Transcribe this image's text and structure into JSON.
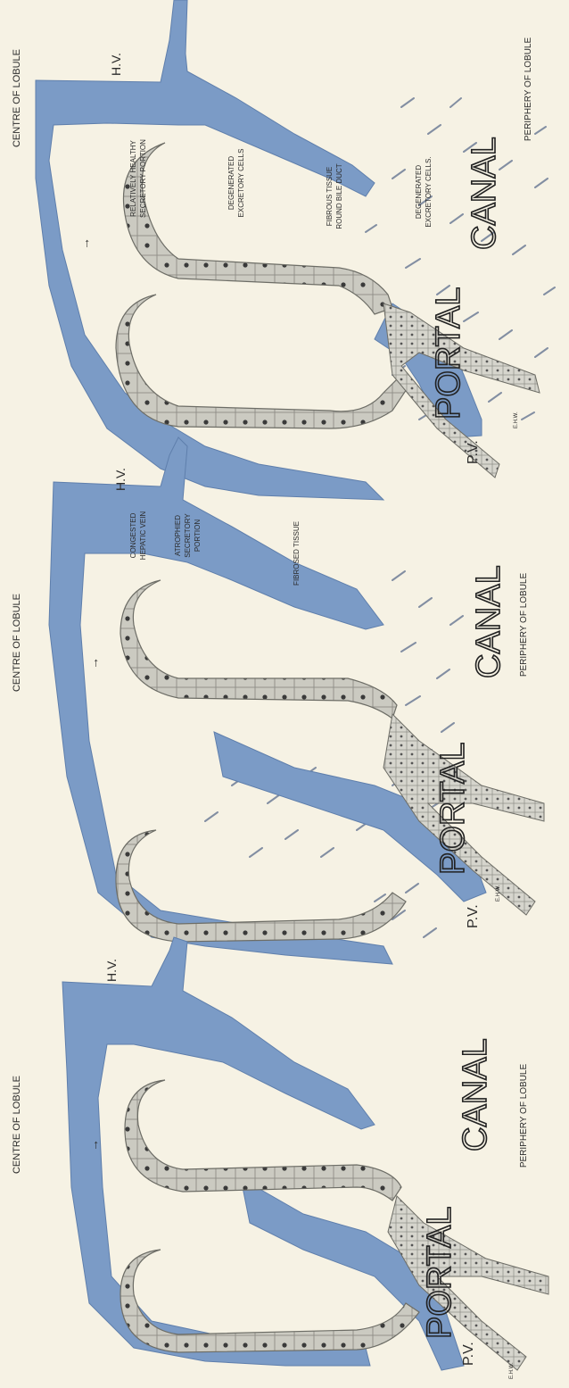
{
  "panels": [
    {
      "centre": "CENTRE OF LOBULE",
      "hv": "H.V.",
      "pv": "P.V.",
      "portal_1": "PORTAL",
      "portal_2": "CANAL",
      "periphery": "PERIPHERY OF LOBULE",
      "signature": "E.H.W."
    },
    {
      "centre": "CENTRE OF LOBULE",
      "hv": "H.V.",
      "pv": "P.V.",
      "portal_1": "PORTAL",
      "portal_2": "CANAL",
      "periphery": "PERIPHERY OF LOBULE",
      "signature": "E.H.W.",
      "congested_1": "CONGESTED",
      "congested_2": "HEPATIC VEIN",
      "atrophied_1": "ATROPHIED",
      "atrophied_2": "SECRETORY",
      "atrophied_3": "PORTION",
      "fibrosed": "FIBROSED TISSUE"
    },
    {
      "centre": "CENTRE OF LOBULE",
      "hv": "H.V.",
      "pv": "P.V.",
      "portal_1": "PORTAL",
      "portal_2": "CANAL",
      "periphery": "PERIPHERY OF LOBULE",
      "signature": "E.H.W.",
      "healthy_1": "RELATIVELY HEALTHY",
      "healthy_2": "SECRETORY PORTION",
      "degen_1": "DEGENERATED",
      "degen_2": "EXCRETORY CELLS",
      "fibrous_1": "FIBROUS TISSUE",
      "fibrous_2": "ROUND BILE DUCT",
      "degen_b_1": "DEGENERATED",
      "degen_b_2": "EXCRETORY CELLS."
    }
  ],
  "colors": {
    "vein": "#7b9bc6",
    "paper": "#f6f2e4",
    "cells": "#c9c8bf",
    "fibrous": "#6d7d96",
    "ink": "#2b2b2b"
  }
}
